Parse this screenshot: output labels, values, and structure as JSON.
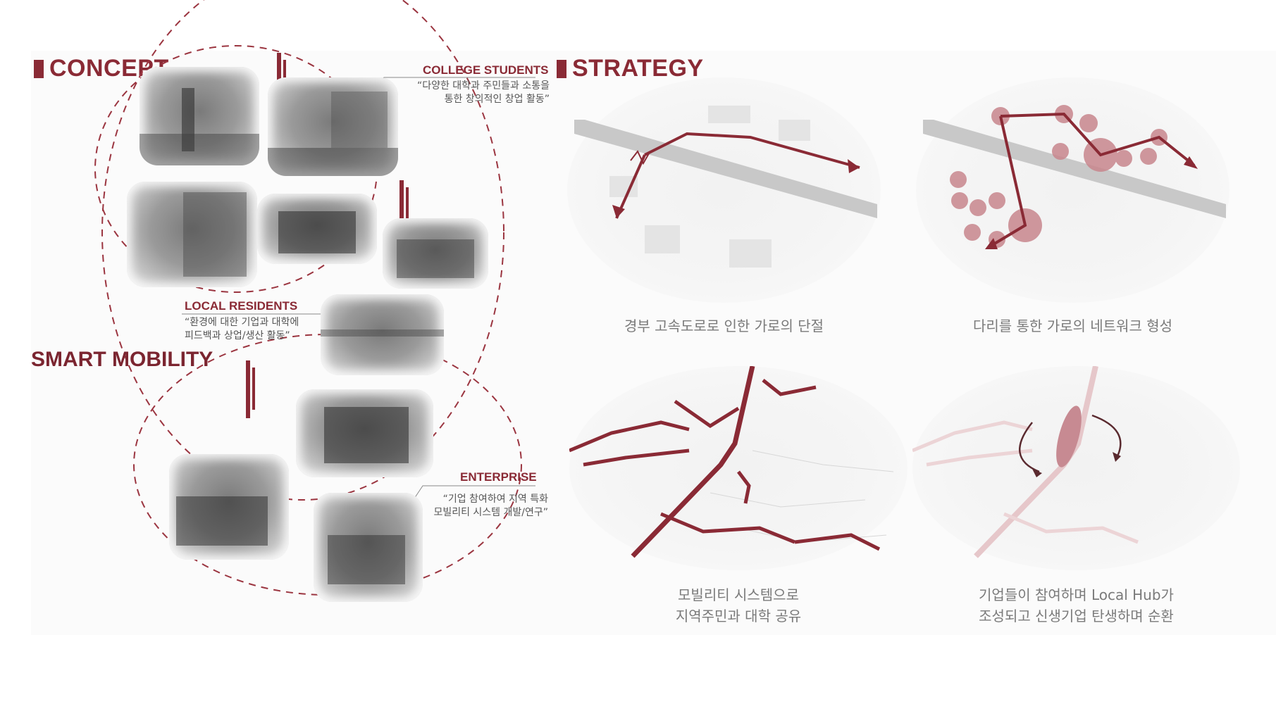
{
  "concept": {
    "heading": "CONCEPT",
    "side_label": "SMART MOBILITY",
    "groups": [
      {
        "title": "COLLEGE STUDENTS",
        "desc": [
          "“다양한 대학과 주민들과 소통을",
          "통한 창의적인 창업 활동”"
        ]
      },
      {
        "title": "LOCAL RESIDENTS",
        "desc": [
          "“환경에 대한 기업과 대학에",
          "피드백과 상업/생산 활동”"
        ]
      },
      {
        "title": "ENTERPRISE",
        "desc": [
          "“기업 참여하여 지역 특화",
          "모빌리티 시스템 개발/연구”"
        ]
      }
    ]
  },
  "strategy": {
    "heading": "STRATEGY",
    "steps": [
      {
        "caption": [
          "경부 고속도로로 인한 가로의 단절"
        ]
      },
      {
        "caption": [
          "다리를 통한 가로의 네트워크 형성"
        ]
      },
      {
        "caption": [
          "모빌리티 시스템으로",
          "지역주민과 대학 공유"
        ]
      },
      {
        "caption": [
          "기업들이 참여하며 Local Hub가",
          "조성되고 신생기업 탄생하며 순환"
        ]
      }
    ]
  },
  "colors": {
    "accent": "#8a2a35",
    "road": "#c8c8c8"
  }
}
